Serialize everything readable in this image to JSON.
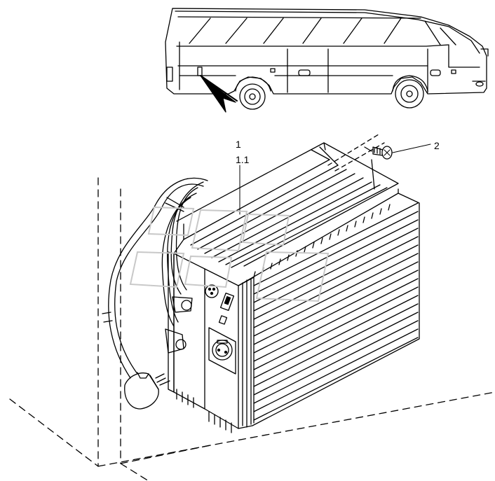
{
  "callouts": {
    "part_1": "1",
    "part_1_1": "1.1",
    "part_2": "2"
  },
  "colors": {
    "line": "#000000",
    "background": "#ffffff",
    "watermark": "#c8c8c8"
  },
  "icons": [
    "bus-outline-icon",
    "location-arrow-icon",
    "charger-unit-icon",
    "power-cable-icon",
    "plug-icon",
    "screw-icon"
  ]
}
